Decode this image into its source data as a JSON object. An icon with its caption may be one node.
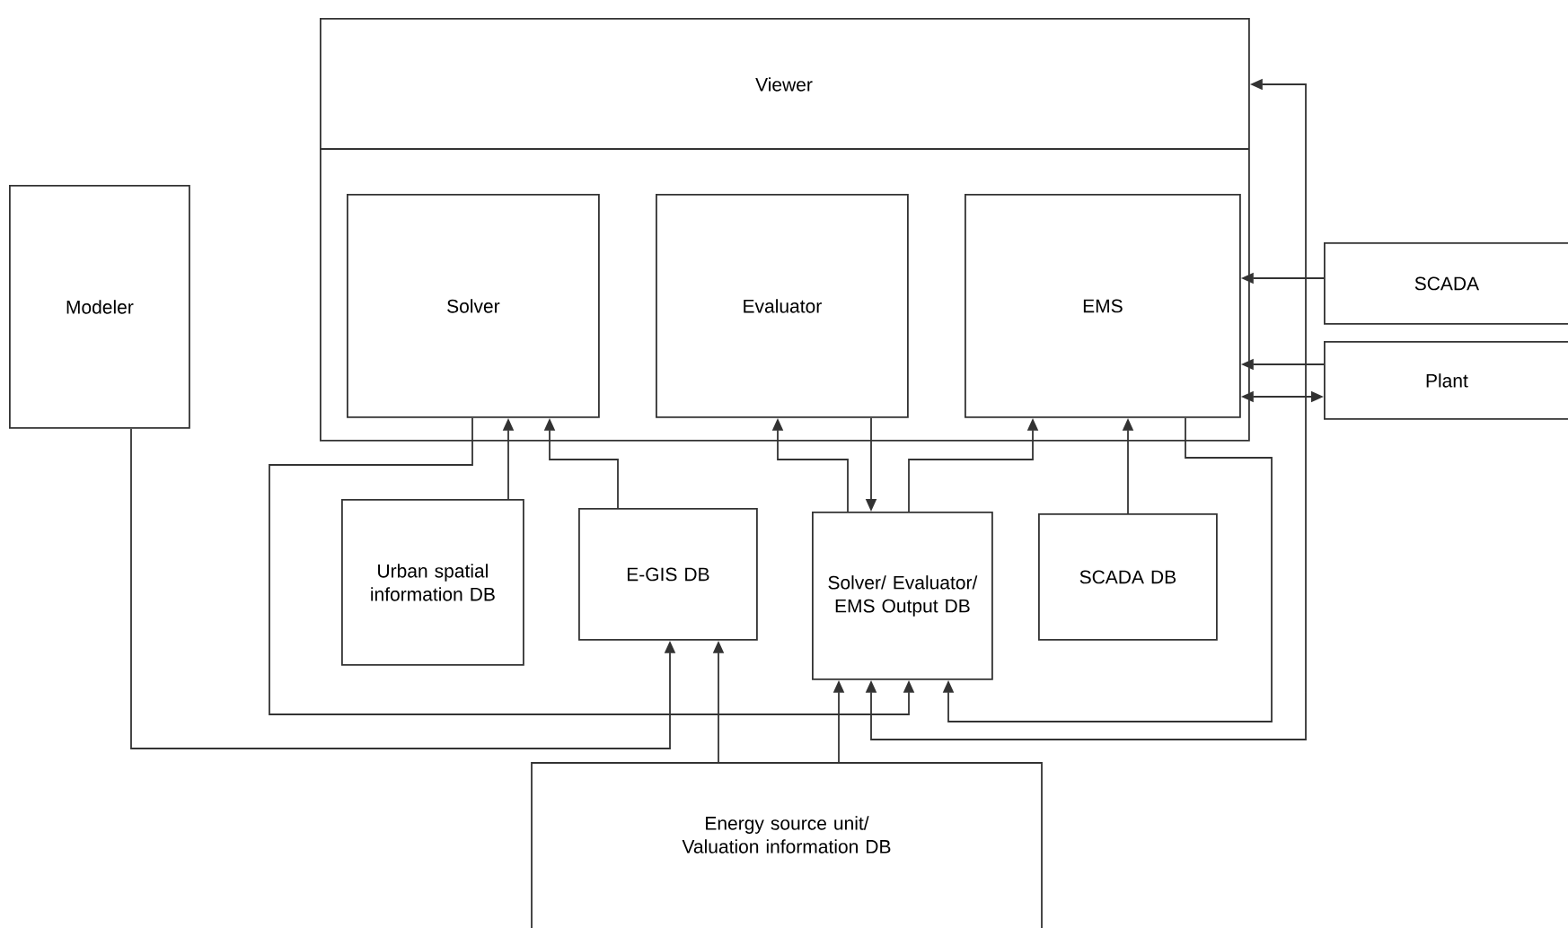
{
  "diagram": {
    "nodes": [
      {
        "text": [
          "Viewer"
        ]
      },
      {
        "text": [
          "Modeler"
        ]
      },
      {
        "text": [
          "Solver"
        ],
        "in": 0
      },
      {
        "text": [
          "Evaluator"
        ],
        "in": 0
      },
      {
        "text": [
          "EMS"
        ],
        "in": 0
      },
      {
        "text": [
          "SCADA"
        ]
      },
      {
        "text": [
          "Plant"
        ]
      },
      {
        "text": [
          "Urban spatial information DB"
        ]
      },
      {
        "text": [
          "E-GIS DB"
        ]
      },
      {
        "text": [
          "Solver/ Evaluator/ EMS Output DB"
        ]
      },
      {
        "text": [
          "SCADA DB"
        ]
      },
      {
        "text": [
          "Energy source unit/ Valuation information DB"
        ]
      }
    ],
    "edges": [
      {
        "from": 7,
        "to": 2,
        "arrow": "to"
      },
      {
        "from": 8,
        "to": 2,
        "arrow": "to"
      },
      {
        "from": 2,
        "to": 9,
        "arrow": "to"
      },
      {
        "from": 1,
        "to": 8,
        "arrow": "to"
      },
      {
        "from": 11,
        "to": 8,
        "arrow": "to"
      },
      {
        "from": 11,
        "to": 9,
        "arrow": "to"
      },
      {
        "from": 3,
        "to": 9,
        "arrow": "to"
      },
      {
        "from": 9,
        "to": 3,
        "arrow": "to"
      },
      {
        "from": 9,
        "to": 4,
        "arrow": "to"
      },
      {
        "from": 10,
        "to": 4,
        "arrow": "to"
      },
      {
        "from": 4,
        "to": 9,
        "arrow": "to"
      },
      {
        "from": 9,
        "to": 0,
        "arrow": "both"
      },
      {
        "from": 5,
        "to": 4,
        "arrow": "to"
      },
      {
        "from": 6,
        "to": 4,
        "arrow": "to"
      },
      {
        "from": 4,
        "to": 6,
        "arrow": "both"
      }
    ]
  }
}
